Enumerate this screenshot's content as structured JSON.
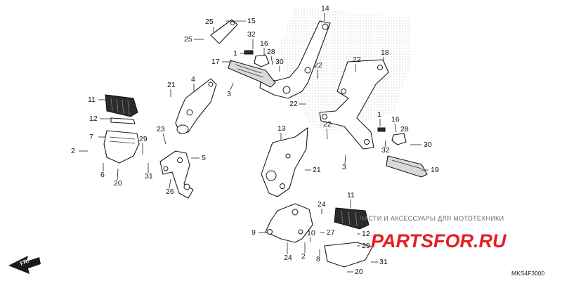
{
  "diagram": {
    "code": "MKS4F3000",
    "fr_label": "FR.",
    "watermark": {
      "tagline": "ЧАСТИ И АКСЕССУАРЫ ДЛЯ МОТОТЕХНИКИ",
      "brand": "PARTSFOR.RU"
    },
    "callouts": [
      "25",
      "25",
      "15",
      "32",
      "16",
      "1",
      "28",
      "30",
      "17",
      "3",
      "14",
      "22",
      "22",
      "18",
      "4",
      "21",
      "11",
      "12",
      "23",
      "13",
      "22",
      "22",
      "7",
      "2",
      "29",
      "6",
      "20",
      "31",
      "5",
      "26",
      "21",
      "3",
      "1",
      "16",
      "28",
      "32",
      "30",
      "19",
      "11",
      "24",
      "9",
      "27",
      "12",
      "29",
      "2",
      "10",
      "24",
      "8",
      "20",
      "31"
    ]
  }
}
